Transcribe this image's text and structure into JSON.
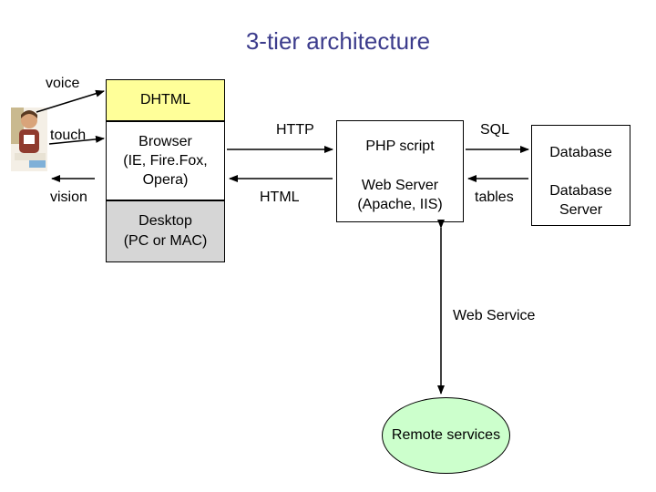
{
  "title": "3-tier architecture",
  "user_senses": [
    "voice",
    "touch",
    "vision"
  ],
  "client": {
    "top": "DHTML",
    "browser": [
      "Browser",
      "(IE, Fire.Fox,",
      "Opera)"
    ],
    "desktop": [
      "Desktop",
      "(PC or MAC)"
    ]
  },
  "protocol": {
    "request": "HTTP",
    "response": "HTML"
  },
  "web_server": {
    "script": "PHP script",
    "name": [
      "Web Server",
      "(Apache, IIS)"
    ]
  },
  "db_link": {
    "query": "SQL",
    "result": "tables"
  },
  "database": {
    "title": "Database",
    "server": [
      "Database",
      "Server"
    ]
  },
  "web_service": "Web Service",
  "remote": "Remote services"
}
